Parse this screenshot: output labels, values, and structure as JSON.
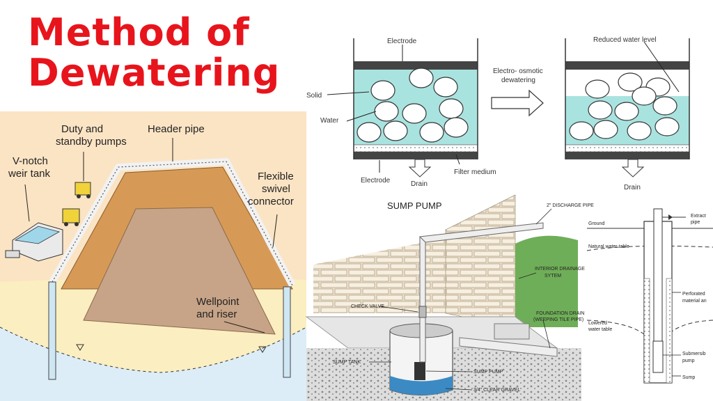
{
  "title": {
    "line1": "Method of",
    "line2": "Dewatering"
  },
  "wellpoint": {
    "duty_pumps": "Duty and",
    "duty_pumps2": "standby pumps",
    "header_pipe": "Header pipe",
    "vnotch": "V-notch",
    "vnotch2": "weir tank",
    "flexible": "Flexible",
    "swivel": "swivel",
    "connector": "connector",
    "wellpoint": "Wellpoint",
    "riser": "and riser"
  },
  "osmosis": {
    "electrode_top": "Electrode",
    "solid": "Solid",
    "water": "Water",
    "electrode_bottom": "Electrode",
    "drain_left": "Drain",
    "filter": "Filter medium",
    "arrow_label1": "Electro- osmotic",
    "arrow_label2": "dewatering",
    "reduced": "Reduced water level",
    "drain_right": "Drain"
  },
  "sump": {
    "title": "SUMP PUMP",
    "discharge": "2\" DISCHARGE PIPE",
    "interior1": "INTERIOR DRAINAGE",
    "interior2": "SYTEM",
    "check_valve": "CHECK VALVE",
    "foundation1": "FOUNDATION DRAIN",
    "foundation2": "(WEEPING TILE PIPE)",
    "sump_tank": "SUMP TANK",
    "sump_pump": "SUMP PUMP",
    "gravel": "3/4\" CLEAR GRAVEL"
  },
  "well": {
    "ground": "Ground",
    "extract1": "Extract",
    "extract2": "pipe",
    "natural": "Natural water table",
    "lowered1": "Lowered",
    "lowered2": "water table",
    "perforated1": "Perforated",
    "perforated2": "material an",
    "submersible1": "Submersib",
    "submersible2": "pump",
    "sump": "Sump"
  }
}
